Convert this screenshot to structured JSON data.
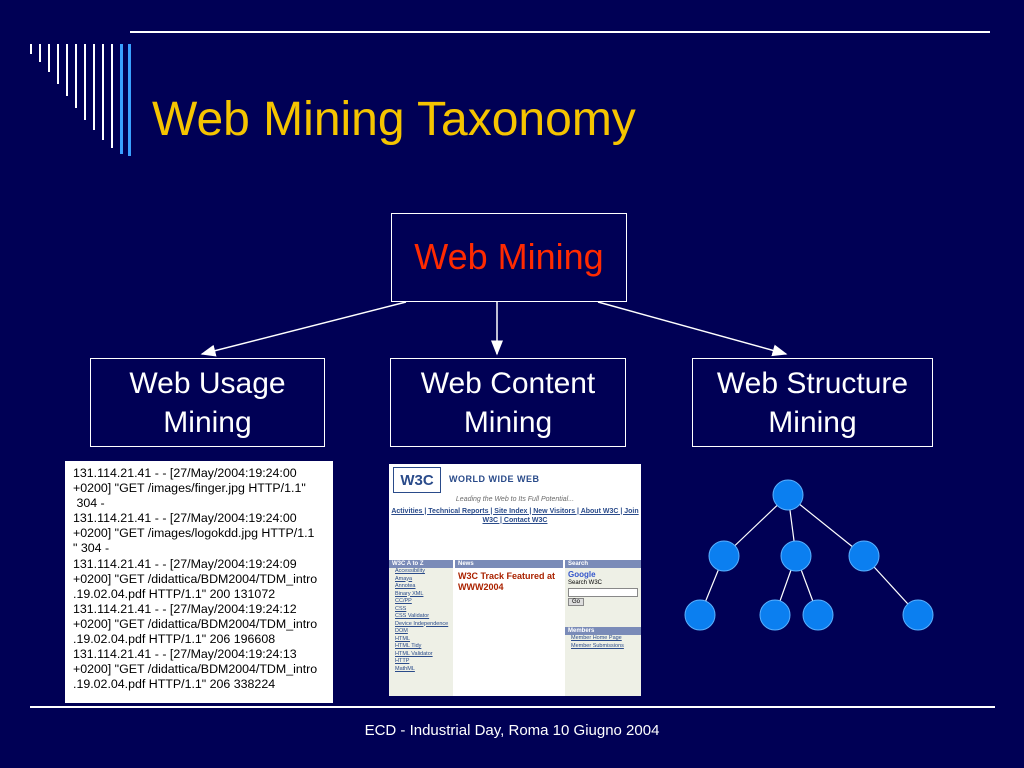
{
  "slide": {
    "title": "Web Mining Taxonomy",
    "footer": "ECD - Industrial Day, Roma 10 Giugno 2004",
    "colors": {
      "background": "#000055",
      "title": "#f5c400",
      "root_text": "#ff2a00",
      "text": "#ffffff",
      "tree_node": "#0b7ff0"
    }
  },
  "diagram": {
    "root": "Web Mining",
    "children": [
      {
        "id": "usage",
        "line1": "Web Usage",
        "line2": "Mining"
      },
      {
        "id": "content",
        "line1": "Web Content",
        "line2": "Mining"
      },
      {
        "id": "structure",
        "line1": "Web Structure",
        "line2": "Mining"
      }
    ]
  },
  "usage_log": {
    "lines": [
      "131.114.21.41 - - [27/May/2004:19:24:00",
      "+0200] \"GET /images/finger.jpg HTTP/1.1\"",
      " 304 -",
      "131.114.21.41 - - [27/May/2004:19:24:00",
      "+0200] \"GET /images/logokdd.jpg HTTP/1.1",
      "\" 304 -",
      "131.114.21.41 - - [27/May/2004:19:24:09",
      "+0200] \"GET /didattica/BDM2004/TDM_intro",
      ".19.02.04.pdf HTTP/1.1\" 200 131072",
      "131.114.21.41 - - [27/May/2004:19:24:12",
      "+0200] \"GET /didattica/BDM2004/TDM_intro",
      ".19.02.04.pdf HTTP/1.1\" 206 196608",
      "131.114.21.41 - - [27/May/2004:19:24:13",
      "+0200] \"GET /didattica/BDM2004/TDM_intro",
      ".19.02.04.pdf HTTP/1.1\" 206 338224"
    ]
  },
  "content_screenshot": {
    "logo": "W3C",
    "header": "WORLD WIDE WEB",
    "tagline": "Leading the Web to Its Full Potential...",
    "nav": "Activities | Technical Reports | Site Index | New Visitors | About W3C | Join W3C | Contact W3C",
    "left_col_title": "W3C A to Z",
    "left_items": [
      "Accessibility",
      "Amaya",
      "Annotea",
      "Binary XML",
      "CC/PP",
      "CSS",
      "CSS Validator",
      "Device Independence",
      "DOM",
      "HTML",
      "HTML Tidy",
      "HTML Validator",
      "HTTP",
      "MathML"
    ],
    "news_col_title": "News",
    "news_headline": "W3C Track Featured at WWW2004",
    "search_col_title": "Search",
    "search_brand": "Google",
    "search_label": "Search W3C",
    "search_button": "Go",
    "members_title": "Members",
    "members_items": [
      "Member Home Page",
      "Member Submissions"
    ]
  }
}
